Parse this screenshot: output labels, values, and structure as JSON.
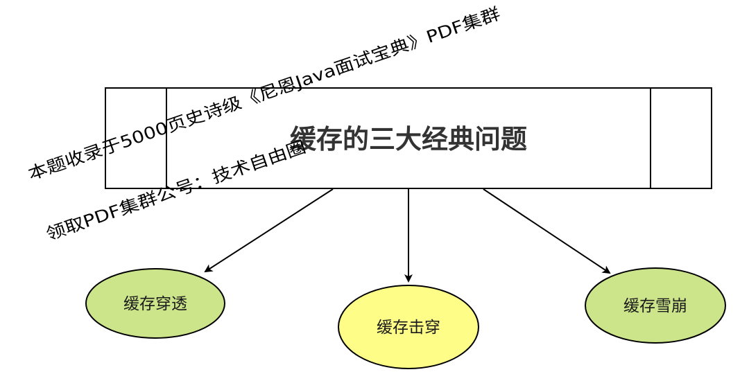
{
  "title": "缓存的三大经典问题",
  "nodes": [
    {
      "id": "penetration",
      "label": "缓存穿透",
      "color": "#cde58a"
    },
    {
      "id": "breakdown",
      "label": "缓存击穿",
      "color": "#fdfd87"
    },
    {
      "id": "avalanche",
      "label": "缓存雪崩",
      "color": "#cde58a"
    }
  ],
  "watermark": {
    "line1": "本题收录于5000页史诗级《尼恩Java面试宝典》PDF集群",
    "line2": "领取PDF集群公号：技术自由圈"
  },
  "colors": {
    "stroke": "#000000",
    "title_text": "#333333"
  }
}
